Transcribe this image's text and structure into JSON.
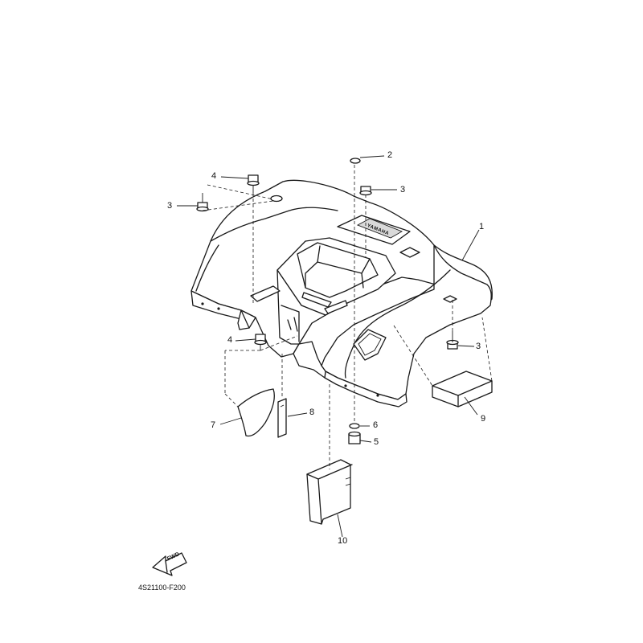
{
  "callouts": {
    "c1": "1",
    "c2": "2",
    "c3a": "3",
    "c3b": "3",
    "c3c": "3",
    "c4a": "4",
    "c4b": "4",
    "c5": "5",
    "c6": "6",
    "c7": "7",
    "c8": "8",
    "c9": "9",
    "c10": "10"
  },
  "fwd_label": "FWD",
  "decal_text": "YAMAHA",
  "diagram_code": "4S21100-F200"
}
